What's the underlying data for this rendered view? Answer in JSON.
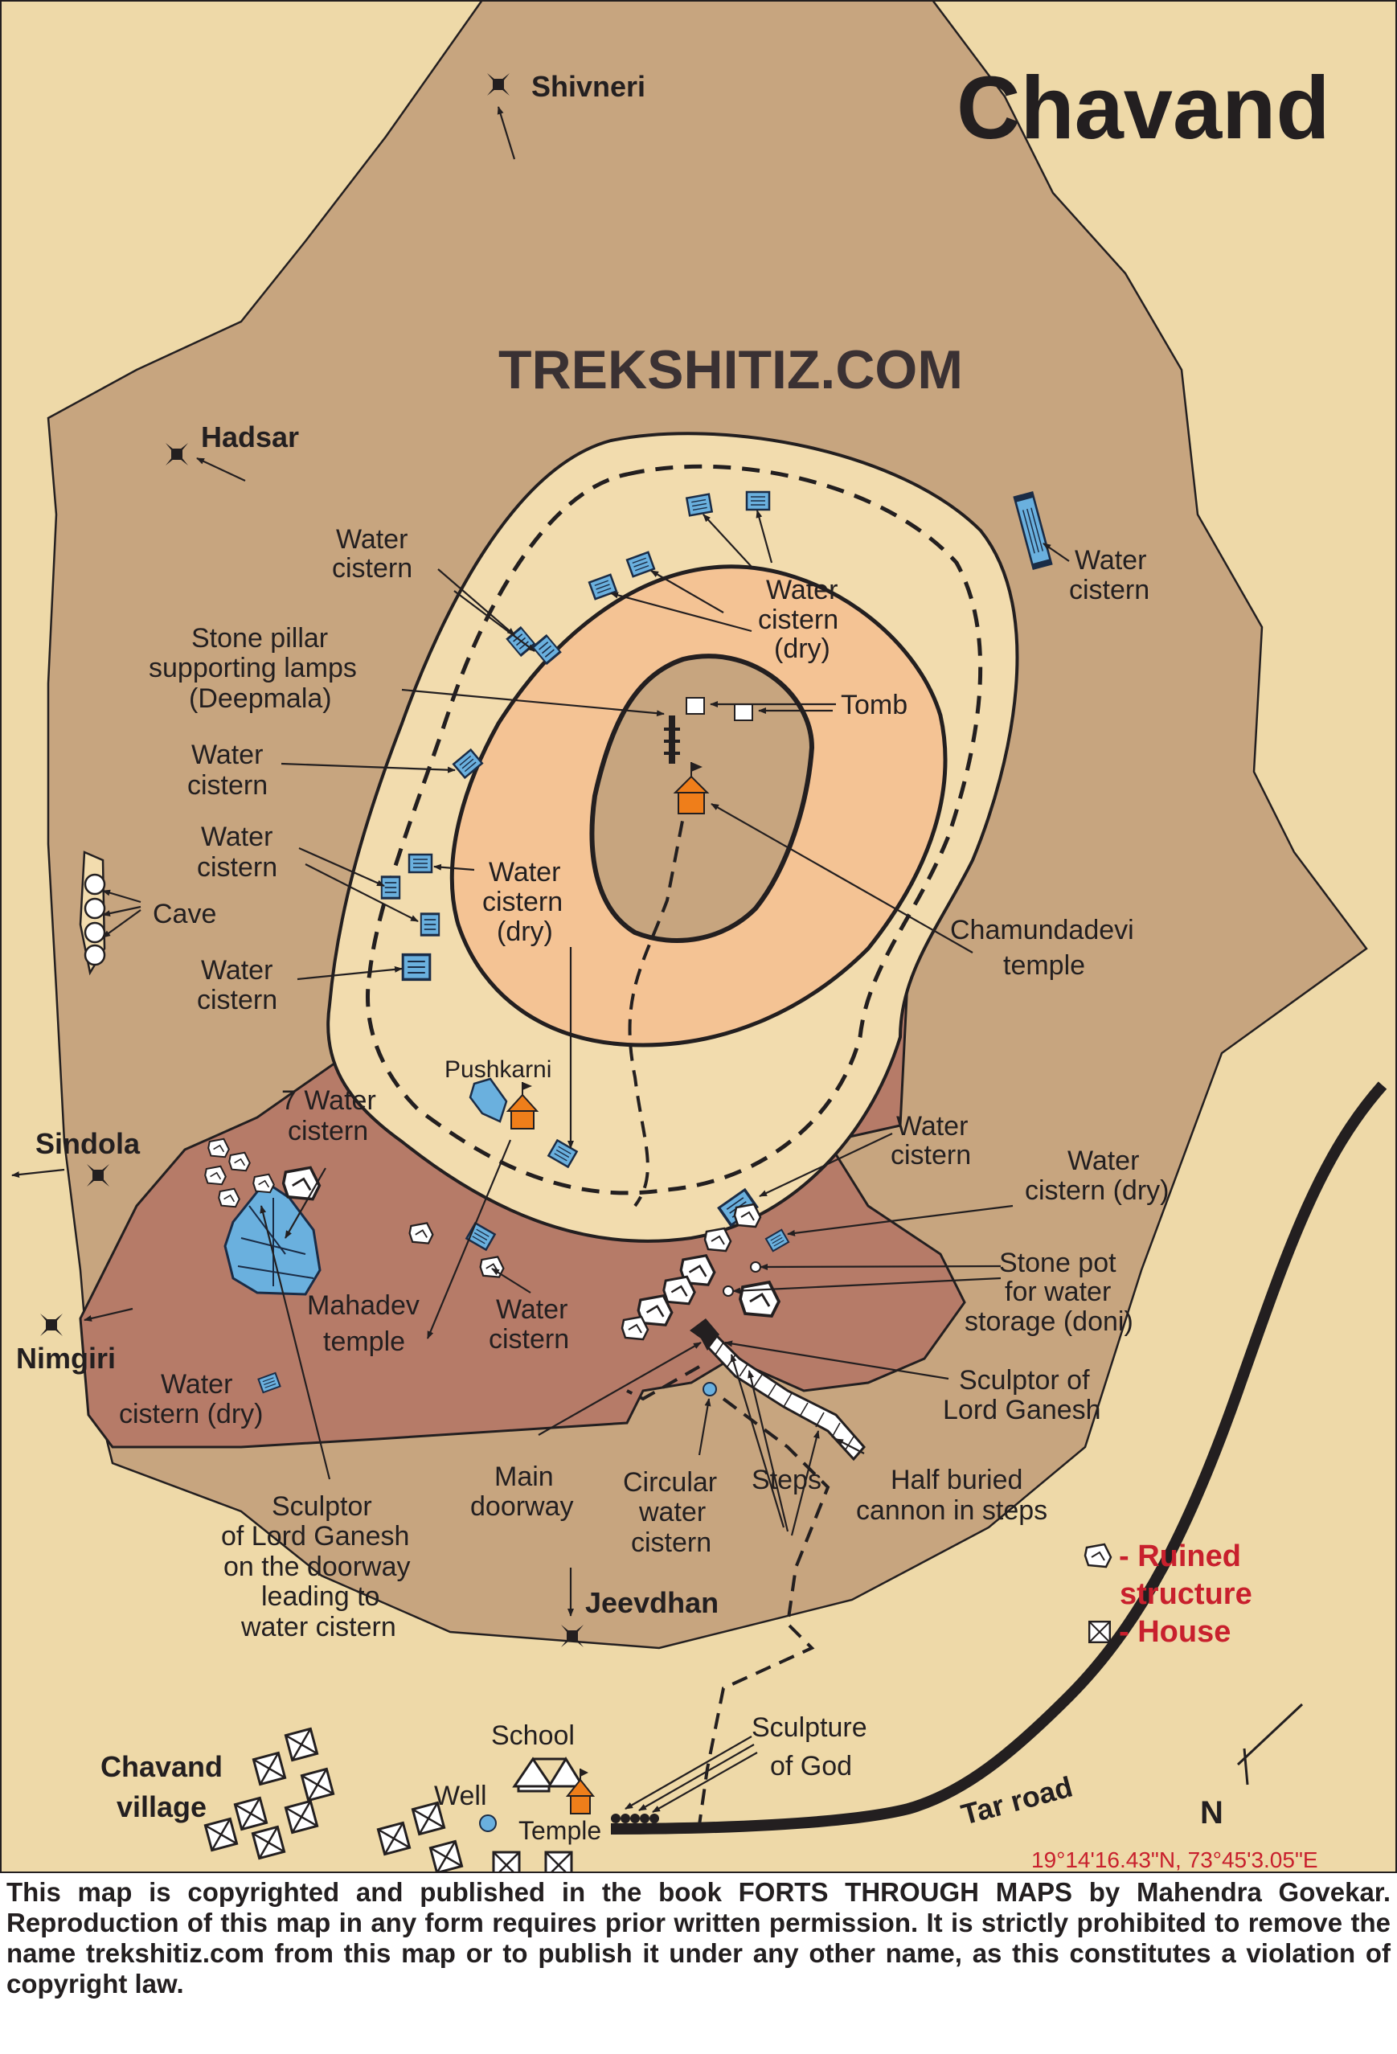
{
  "map": {
    "title": "Chavand",
    "site": "TREKSHITIZ.COM",
    "colors": {
      "plain": "#eed9a8",
      "hill": "#c7a57f",
      "lower_terrace": "#b67b68",
      "outer_ring": "#f2dcae",
      "upper_terrace": "#f4c394",
      "summit": "#c7a57f",
      "cistern": "#6ab0de",
      "temple": "#ef7e1a",
      "legend_red": "#c8202d"
    },
    "places": {
      "shivneri": "Shivneri",
      "hadsar": "Hadsar",
      "sindola": "Sindola",
      "nimgiri": "Nimgiri",
      "jeevdhan": "Jeevdhan",
      "chavand_village_1": "Chavand",
      "chavand_village_2": "village"
    },
    "labels": {
      "water_cistern_1": "Water",
      "water_cistern_2": "cistern",
      "water_cistern_dry_1": "Water",
      "water_cistern_dry_2": "cistern",
      "water_cistern_dry_3": "(dry)",
      "stone_pillar_1": "Stone pillar",
      "stone_pillar_2": "supporting lamps",
      "stone_pillar_3": "(Deepmala)",
      "tomb": "Tomb",
      "cave": "Cave",
      "chamundadevi_1": "Chamundadevi",
      "chamundadevi_2": "temple",
      "pushkarni": "Pushkarni",
      "seven_cistern_1": "7 Water",
      "seven_cistern_2": "cistern",
      "mahadev_1": "Mahadev",
      "mahadev_2": "temple",
      "water_cistern_dry_inline": "cistern (dry)",
      "stone_pot_1": "Stone pot",
      "stone_pot_2": "for water",
      "stone_pot_3": "storage (doni)",
      "sculptor_ganesh_1": "Sculptor of",
      "sculptor_ganesh_2": "Lord Ganesh",
      "main_doorway_1": "Main",
      "main_doorway_2": "doorway",
      "circular_cistern_1": "Circular",
      "circular_cistern_2": "water",
      "circular_cistern_3": "cistern",
      "steps": "Steps",
      "half_buried_1": "Half buried",
      "half_buried_2": "cannon in steps",
      "sculptor_door_1": "Sculptor",
      "sculptor_door_2": "of Lord Ganesh",
      "sculptor_door_3": "on the doorway",
      "sculptor_door_4": "leading to",
      "sculptor_door_5": "water cistern",
      "school": "School",
      "well": "Well",
      "temple": "Temple",
      "sculpture_god_1": "Sculpture",
      "sculpture_god_2": "of God",
      "tar_road": "Tar road",
      "north": "N"
    },
    "legend": {
      "ruined_1": "- Ruined",
      "ruined_2": "structure",
      "house": "- House"
    },
    "coordinates": "19°14'16.43\"N, 73°45'3.05\"E"
  },
  "footer": {
    "text": "This map is copyrighted and published in the book FORTS THROUGH MAPS by Mahendra Govekar. Reproduction of this map in any form requires prior written permission. It is strictly prohibited to remove the name trekshitiz.com from this map or to publish it under any other name, as this constitutes a violation of copyright law."
  }
}
